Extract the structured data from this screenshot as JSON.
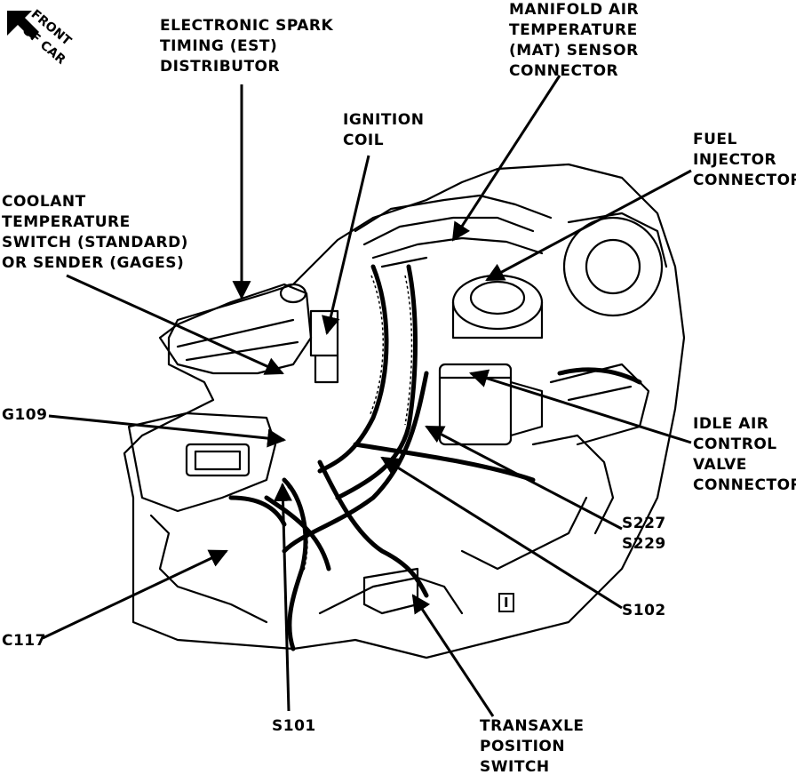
{
  "orientation": {
    "line1": "FRONT",
    "line2": "OF CAR"
  },
  "labels": {
    "est_distributor": "ELECTRONIC SPARK\nTIMING (EST)\nDISTRIBUTOR",
    "mat_sensor": "MANIFOLD AIR\nTEMPERATURE\n(MAT) SENSOR\nCONNECTOR",
    "ignition_coil": "IGNITION\nCOIL",
    "fuel_injector": "FUEL\nINJECTOR\nCONNECTOR",
    "coolant_switch": "COOLANT\nTEMPERATURE\nSWITCH (STANDARD)\nOR SENDER (GAGES)",
    "g109": "G109",
    "idle_air_control": "IDLE AIR\nCONTROL\nVALVE\nCONNECTOR",
    "s227_s229": "S227\nS229",
    "s102": "S102",
    "c117": "C117",
    "s101": "S101",
    "transaxle_switch": "TRANSAXLE\nPOSITION\nSWITCH",
    "box_marker": "I"
  },
  "colors": {
    "ink": "#000000",
    "paper": "#ffffff"
  },
  "icons": {
    "orientation_arrow": "front-arrow-icon"
  }
}
